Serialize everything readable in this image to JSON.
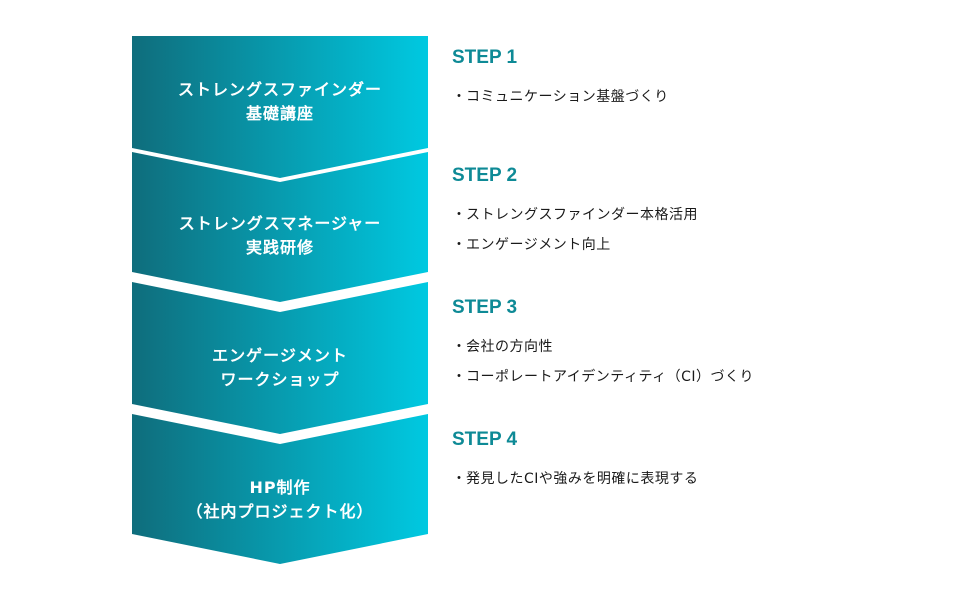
{
  "colors": {
    "chevron_dark": "#0f6d7c",
    "chevron_light": "#00c9e1",
    "step_title": "#0e8a96",
    "text": "#1a1a1a"
  },
  "steps": [
    {
      "label_line1": "ストレングスファインダー",
      "label_line2": "基礎講座",
      "title": "STEP 1",
      "items": [
        "コミュニケーション基盤づくり"
      ]
    },
    {
      "label_line1": "ストレングスマネージャー",
      "label_line2": "実践研修",
      "title": "STEP 2",
      "items": [
        "ストレングスファインダー本格活用",
        "エンゲージメント向上"
      ]
    },
    {
      "label_line1": "エンゲージメント",
      "label_line2": "ワークショップ",
      "title": "STEP 3",
      "items": [
        "会社の方向性",
        "コーポレートアイデンティティ（CI）づくり"
      ]
    },
    {
      "label_line1": "HP制作",
      "label_line2": "（社内プロジェクト化）",
      "title": "STEP 4",
      "items": [
        "発見したCIや強みを明確に表現する"
      ]
    }
  ],
  "bullet": "・"
}
